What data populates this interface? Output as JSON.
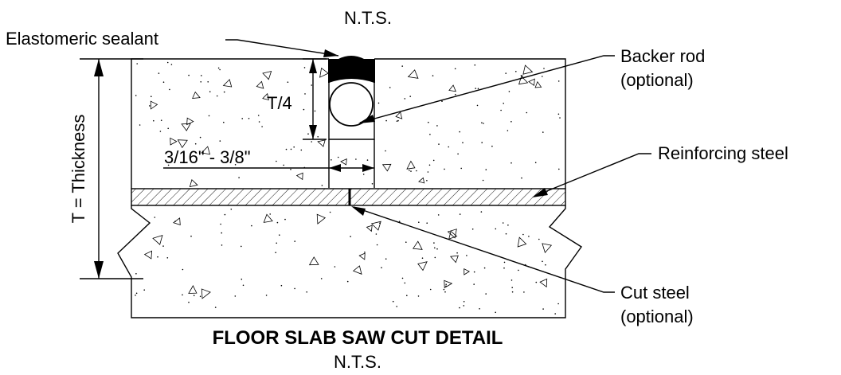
{
  "header": {
    "scale_note_top": "N.T.S."
  },
  "labels": {
    "elastomeric_sealant": "Elastomeric sealant",
    "backer_rod": [
      "Backer rod",
      "(optional)"
    ],
    "reinforcing_steel": "Reinforcing steel",
    "cut_steel": [
      "Cut steel",
      "(optional)"
    ]
  },
  "dimensions": {
    "thickness": "T = Thickness",
    "quarter_thickness": "T/4",
    "joint_width": "3/16\" - 3/8\""
  },
  "footer": {
    "title": "FLOOR SLAB SAW CUT DETAIL",
    "scale_note": "N.T.S."
  }
}
